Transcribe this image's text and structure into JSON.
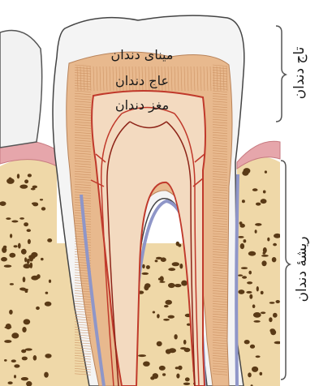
{
  "labels": {
    "enamel": "مینای دندان",
    "dentin": "عاج دندان",
    "pulp": "مغز دندان",
    "crown": "تاج دندان",
    "root": "ریشهٔ دندان"
  },
  "colors": {
    "bone": "#efd8a8",
    "bone_pore": "#5a3a16",
    "gum": "#e6a6ab",
    "enamel": "#f4f4f4",
    "dentin": "#e8b98e",
    "pulp": "#f3dac0",
    "vessel_red": "#c0392b",
    "membrane_blue": "#8f96c8",
    "bracket": "#555555"
  }
}
